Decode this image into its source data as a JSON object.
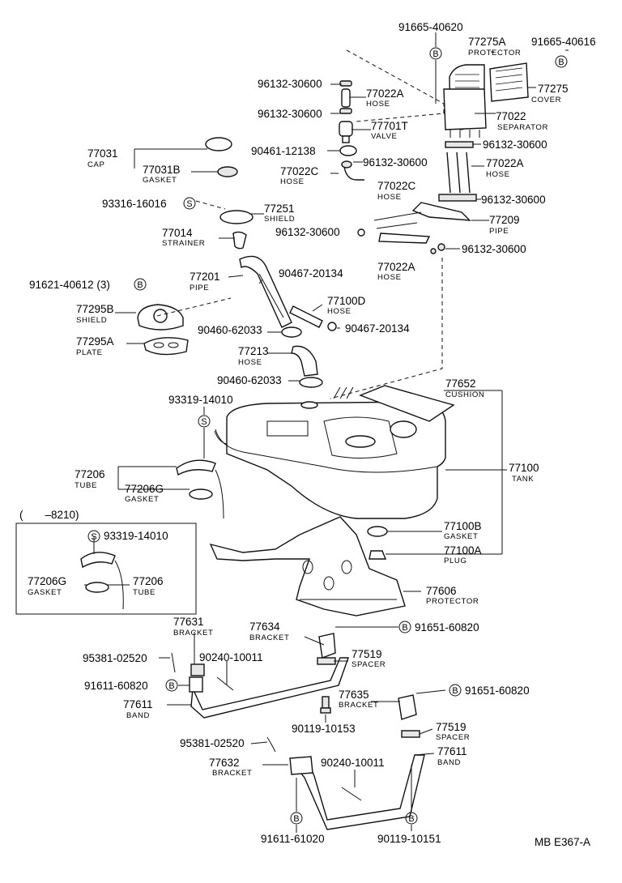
{
  "parts": [
    {
      "key": "p91665_40620",
      "pn": "91665-40620"
    },
    {
      "key": "p77275A",
      "pn": "77275A",
      "label": "PROTECTOR"
    },
    {
      "key": "p91665_40616",
      "pn": "91665-40616"
    },
    {
      "key": "p77275",
      "pn": "77275",
      "label": "COVER"
    },
    {
      "key": "p96132_30600_a",
      "pn": "96132-30600"
    },
    {
      "key": "p77022A_a",
      "pn": "77022A",
      "label": "HOSE"
    },
    {
      "key": "p96132_30600_b",
      "pn": "96132-30600"
    },
    {
      "key": "p77022",
      "pn": "77022",
      "label": "SEPARATOR"
    },
    {
      "key": "p77701T",
      "pn": "77701T",
      "label": "VALVE"
    },
    {
      "key": "p96132_30600_c",
      "pn": "96132-30600"
    },
    {
      "key": "p77031",
      "pn": "77031",
      "label": "CAP"
    },
    {
      "key": "p90461_12138",
      "pn": "90461-12138"
    },
    {
      "key": "p96132_30600_d",
      "pn": "96132-30600"
    },
    {
      "key": "p77022A_b",
      "pn": "77022A",
      "label": "HOSE"
    },
    {
      "key": "p77031B",
      "pn": "77031B",
      "label": "GASKET"
    },
    {
      "key": "p77022C_a",
      "pn": "77022C",
      "label": "HOSE"
    },
    {
      "key": "p77022C_b",
      "pn": "77022C",
      "label": "HOSE"
    },
    {
      "key": "p93316_16016",
      "pn": "93316-16016"
    },
    {
      "key": "p96132_30600_e",
      "pn": "96132-30600"
    },
    {
      "key": "p77251",
      "pn": "77251",
      "label": "SHIELD"
    },
    {
      "key": "p77209",
      "pn": "77209",
      "label": "PIPE"
    },
    {
      "key": "p77014",
      "pn": "77014",
      "label": "STRAINER"
    },
    {
      "key": "p96132_30600_f",
      "pn": "96132-30600"
    },
    {
      "key": "p96132_30600_g",
      "pn": "96132-30600"
    },
    {
      "key": "p77022A_c",
      "pn": "77022A",
      "label": "HOSE"
    },
    {
      "key": "p77201",
      "pn": "77201",
      "label": "PIPE"
    },
    {
      "key": "p90467_20134_a",
      "pn": "90467-20134"
    },
    {
      "key": "p91621_40612",
      "pn": "91621-40612 (3)"
    },
    {
      "key": "p77100D",
      "pn": "77100D",
      "label": "HOSE"
    },
    {
      "key": "p77295B",
      "pn": "77295B",
      "label": "SHIELD"
    },
    {
      "key": "p90460_62033_a",
      "pn": "90460-62033"
    },
    {
      "key": "p90467_20134_b",
      "pn": "90467-20134"
    },
    {
      "key": "p77295A",
      "pn": "77295A",
      "label": "PLATE"
    },
    {
      "key": "p77213",
      "pn": "77213",
      "label": "HOSE"
    },
    {
      "key": "p90460_62033_b",
      "pn": "90460-62033"
    },
    {
      "key": "p77652",
      "pn": "77652",
      "label": "CUSHION"
    },
    {
      "key": "p93319_14010_a",
      "pn": "93319-14010"
    },
    {
      "key": "p77100",
      "pn": "77100",
      "label": "TANK"
    },
    {
      "key": "p77206_a",
      "pn": "77206",
      "label": "TUBE"
    },
    {
      "key": "p77206G_a",
      "pn": "77206G",
      "label": "GASKET"
    },
    {
      "key": "p77100B",
      "pn": "77100B",
      "label": "GASKET"
    },
    {
      "key": "p93319_14010_b",
      "pn": "93319-14010"
    },
    {
      "key": "p77100A",
      "pn": "77100A",
      "label": "PLUG"
    },
    {
      "key": "p77206G_b",
      "pn": "77206G",
      "label": "GASKET"
    },
    {
      "key": "p77206_b",
      "pn": "77206",
      "label": "TUBE"
    },
    {
      "key": "p77606",
      "pn": "77606",
      "label": "PROTECTOR"
    },
    {
      "key": "p77631",
      "pn": "77631",
      "label": "BRACKET"
    },
    {
      "key": "p77634",
      "pn": "77634",
      "label": "BRACKET"
    },
    {
      "key": "p91651_60820_a",
      "pn": "91651-60820"
    },
    {
      "key": "p95381_02520_a",
      "pn": "95381-02520"
    },
    {
      "key": "p90240_10011_a",
      "pn": "90240-10011"
    },
    {
      "key": "p77519_a",
      "pn": "77519",
      "label": "SPACER"
    },
    {
      "key": "p91611_60820",
      "pn": "91611-60820"
    },
    {
      "key": "p77635",
      "pn": "77635",
      "label": "BRACKET"
    },
    {
      "key": "p91651_60820_b",
      "pn": "91651-60820"
    },
    {
      "key": "p77611_a",
      "pn": "77611",
      "label": "BAND"
    },
    {
      "key": "p90119_10153",
      "pn": "90119-10153"
    },
    {
      "key": "p77519_b",
      "pn": "77519",
      "label": "SPACER"
    },
    {
      "key": "p95381_02520_b",
      "pn": "95381-02520"
    },
    {
      "key": "p77611_b",
      "pn": "77611",
      "label": "BAND"
    },
    {
      "key": "p77632",
      "pn": "77632",
      "label": "BRACKET"
    },
    {
      "key": "p90240_10011_b",
      "pn": "90240-10011"
    },
    {
      "key": "p91611_61020",
      "pn": "91611-61020"
    },
    {
      "key": "p90119_10151",
      "pn": "90119-10151"
    }
  ],
  "symbols": {
    "bolt": "B",
    "screw": "S"
  },
  "inset": {
    "range_label": "(　　–8210)"
  },
  "footer": {
    "code": "MB  E367-A"
  }
}
